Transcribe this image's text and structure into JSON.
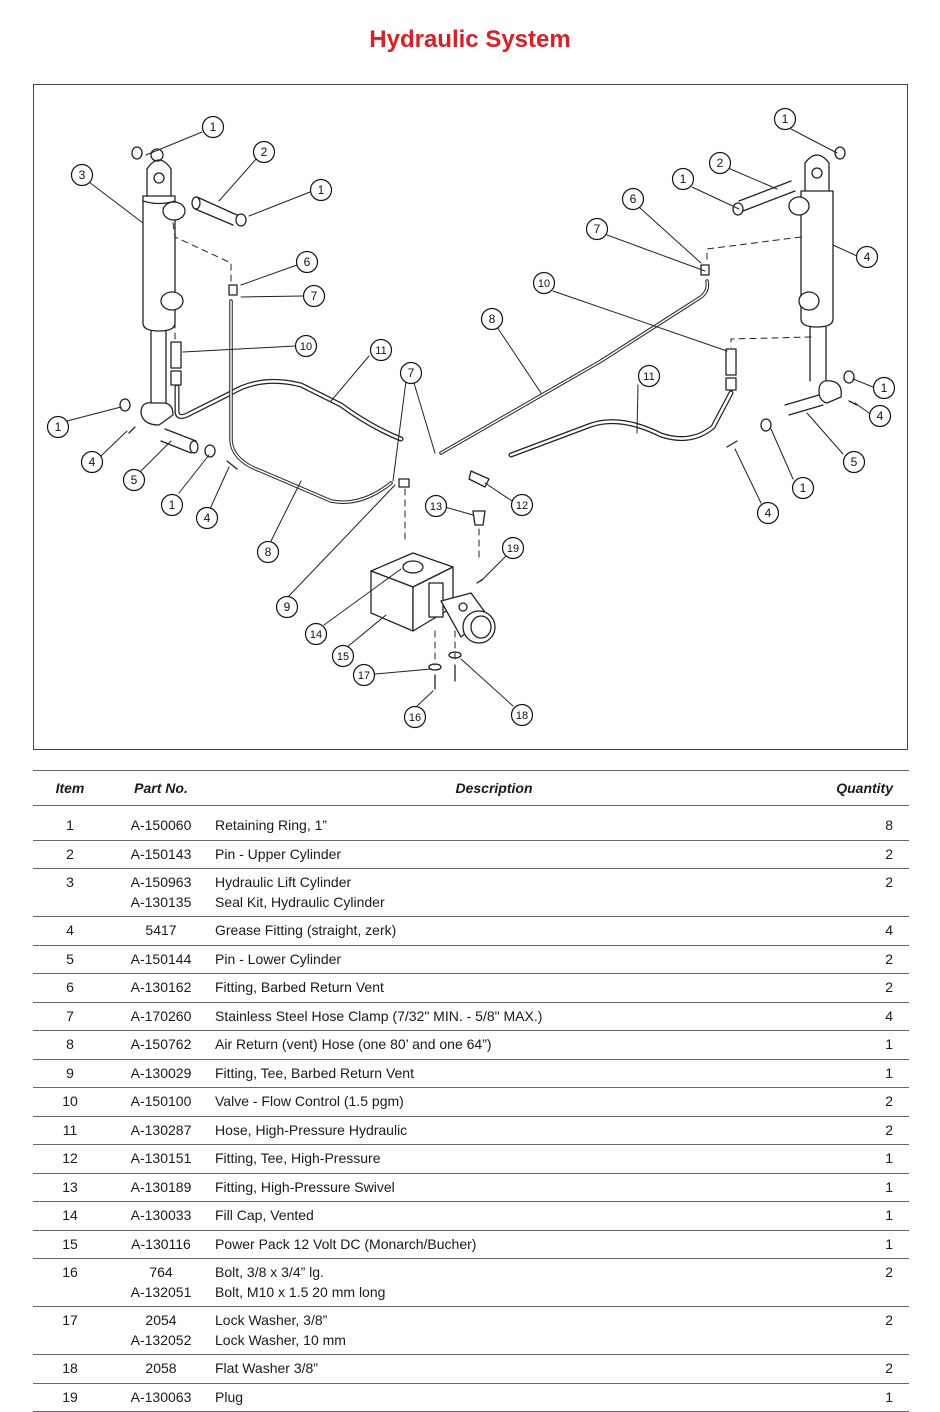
{
  "page": {
    "title": "Hydraulic System"
  },
  "diagram": {
    "callouts": [
      "1",
      "2",
      "3",
      "1",
      "1",
      "2",
      "1",
      "6",
      "7",
      "4",
      "6",
      "7",
      "10",
      "8",
      "10",
      "11",
      "11",
      "7",
      "1",
      "4",
      "1",
      "4",
      "5",
      "1",
      "4",
      "5",
      "1",
      "4",
      "12",
      "13",
      "8",
      "19",
      "9",
      "14",
      "15",
      "17",
      "16",
      "18"
    ]
  },
  "table": {
    "headers": {
      "item": "Item",
      "part": "Part No.",
      "description": "Description",
      "quantity": "Quantity"
    },
    "rows": [
      {
        "item": "1",
        "parts": [
          "A-150060"
        ],
        "descriptions": [
          "Retaining Ring, 1”"
        ],
        "qty": "8"
      },
      {
        "item": "2",
        "parts": [
          "A-150143"
        ],
        "descriptions": [
          "Pin - Upper Cylinder"
        ],
        "qty": "2"
      },
      {
        "item": "3",
        "parts": [
          "A-150963",
          "A-130135"
        ],
        "descriptions": [
          "Hydraulic Lift Cylinder",
          "Seal Kit, Hydraulic Cylinder"
        ],
        "qty": "2"
      },
      {
        "item": "4",
        "parts": [
          "5417"
        ],
        "descriptions": [
          "Grease Fitting (straight, zerk)"
        ],
        "qty": "4"
      },
      {
        "item": "5",
        "parts": [
          "A-150144"
        ],
        "descriptions": [
          "Pin - Lower Cylinder"
        ],
        "qty": "2"
      },
      {
        "item": "6",
        "parts": [
          "A-130162"
        ],
        "descriptions": [
          "Fitting, Barbed Return Vent"
        ],
        "qty": "2"
      },
      {
        "item": "7",
        "parts": [
          "A-170260"
        ],
        "descriptions": [
          "Stainless Steel Hose Clamp (7/32\" MIN. - 5/8\" MAX.)"
        ],
        "qty": "4"
      },
      {
        "item": "8",
        "parts": [
          "A-150762"
        ],
        "descriptions": [
          "Air Return (vent) Hose (one 80’ and one 64”)"
        ],
        "qty": "1"
      },
      {
        "item": "9",
        "parts": [
          "A-130029"
        ],
        "descriptions": [
          "Fitting, Tee, Barbed Return Vent"
        ],
        "qty": "1"
      },
      {
        "item": "10",
        "parts": [
          "A-150100"
        ],
        "descriptions": [
          "Valve - Flow Control (1.5 pgm)"
        ],
        "qty": "2"
      },
      {
        "item": "11",
        "parts": [
          "A-130287"
        ],
        "descriptions": [
          "Hose, High-Pressure Hydraulic"
        ],
        "qty": "2"
      },
      {
        "item": "12",
        "parts": [
          "A-130151"
        ],
        "descriptions": [
          "Fitting, Tee, High-Pressure"
        ],
        "qty": "1"
      },
      {
        "item": "13",
        "parts": [
          "A-130189"
        ],
        "descriptions": [
          "Fitting, High-Pressure Swivel"
        ],
        "qty": "1"
      },
      {
        "item": "14",
        "parts": [
          "A-130033"
        ],
        "descriptions": [
          "Fill Cap, Vented"
        ],
        "qty": "1"
      },
      {
        "item": "15",
        "parts": [
          "A-130116"
        ],
        "descriptions": [
          "Power Pack 12 Volt DC (Monarch/Bucher)"
        ],
        "qty": "1"
      },
      {
        "item": "16",
        "parts": [
          "764",
          "A-132051"
        ],
        "descriptions": [
          "Bolt, 3/8 x 3/4” lg.",
          "Bolt, M10 x 1.5 20 mm long"
        ],
        "qty": "2"
      },
      {
        "item": "17",
        "parts": [
          "2054",
          "A-132052"
        ],
        "descriptions": [
          "Lock Washer, 3/8”",
          "Lock Washer, 10 mm"
        ],
        "qty": "2"
      },
      {
        "item": "18",
        "parts": [
          "2058"
        ],
        "descriptions": [
          "Flat Washer 3/8”"
        ],
        "qty": "2"
      },
      {
        "item": "19",
        "parts": [
          "A-130063"
        ],
        "descriptions": [
          "Plug"
        ],
        "qty": "1"
      }
    ]
  }
}
